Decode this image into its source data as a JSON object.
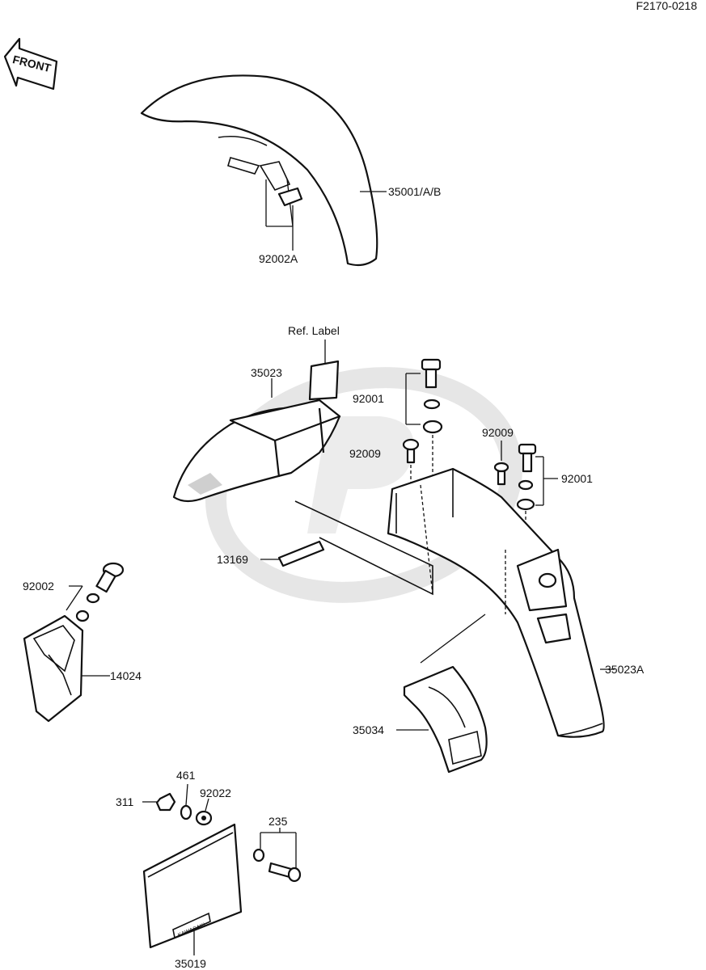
{
  "diagram_code": "F2170-0218",
  "front_arrow_label": "FRONT",
  "ref_label": "Ref. Label",
  "plate_text": "KAWASAKI",
  "colors": {
    "line": "#111111",
    "watermark": "#e6e6e6"
  },
  "parts": {
    "front_fender": "35001/A/B",
    "front_fender_bolt": "92002A",
    "rear_fender_front": "35023",
    "bolt_upper": "92001",
    "bolt_upper_right": "92001",
    "screw_left": "92009",
    "screw_right": "92009",
    "bracket_clip": "13169",
    "flap_bolt": "92002",
    "mud_flap": "14024",
    "rear_fender": "35023A",
    "stay": "35034",
    "nut": "311",
    "lock_washer": "461",
    "washer": "92022",
    "screw_set": "235",
    "plate": "35019"
  }
}
